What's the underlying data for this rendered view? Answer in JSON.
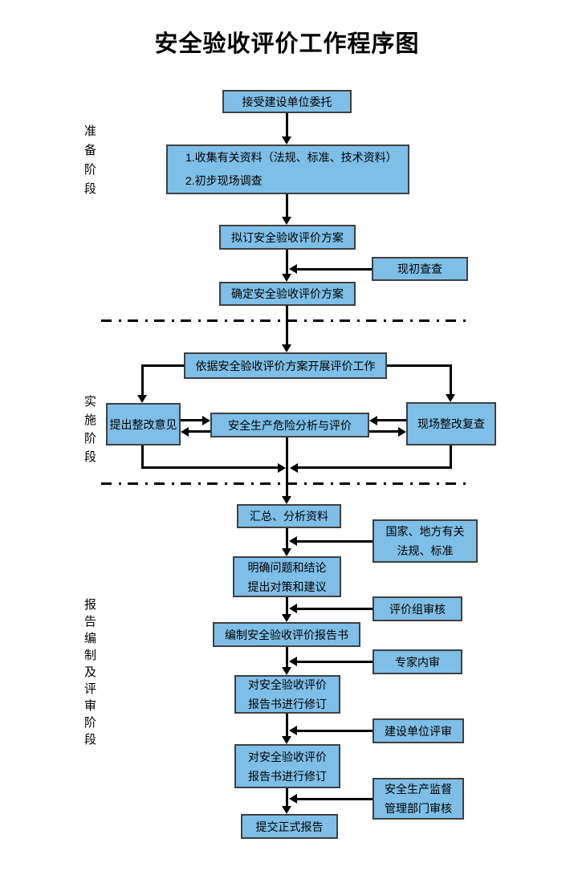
{
  "title": "安全验收评价工作程序图",
  "phases": [
    {
      "label": "准备阶段"
    },
    {
      "label": "实施阶段"
    },
    {
      "label": "报告编制及评审阶段"
    }
  ],
  "nodes": {
    "accept": "接受建设单位委托",
    "collect": "1.收集有关资料（法规、标准、技术资料）\n2.初步现场调查",
    "draft_plan": "拟订安全验收评价方案",
    "initial_check": "现初查查",
    "confirm_plan": "确定安全验收评价方案",
    "carry_out": "依据安全验收评价方案开展评价工作",
    "propose_rectify": "提出整改意见",
    "risk_analysis": "安全生产危险分析与评价",
    "site_recheck": "现场整改复查",
    "summarize": "汇总、分析资料",
    "laws_standards": "国家、地方有关\n法规、标准",
    "clarify": "明确问题和结论\n提出对策和建议",
    "team_review": "评价组审核",
    "compile_report": "编制安全验收评价报告书",
    "expert_review": "专家内审",
    "revise_1": "对安全验收评价\n报告书进行修订",
    "owner_review": "建设单位评审",
    "revise_2": "对安全验收评价\n报告书进行修订",
    "authority_review": "安全生产监督\n管理部门审核",
    "submit_report": "提交正式报告"
  },
  "colors": {
    "box_fill": "#7EBEE7",
    "box_border": "#404040",
    "line": "#000000",
    "text": "#000000",
    "background": "#FFFFFF"
  }
}
